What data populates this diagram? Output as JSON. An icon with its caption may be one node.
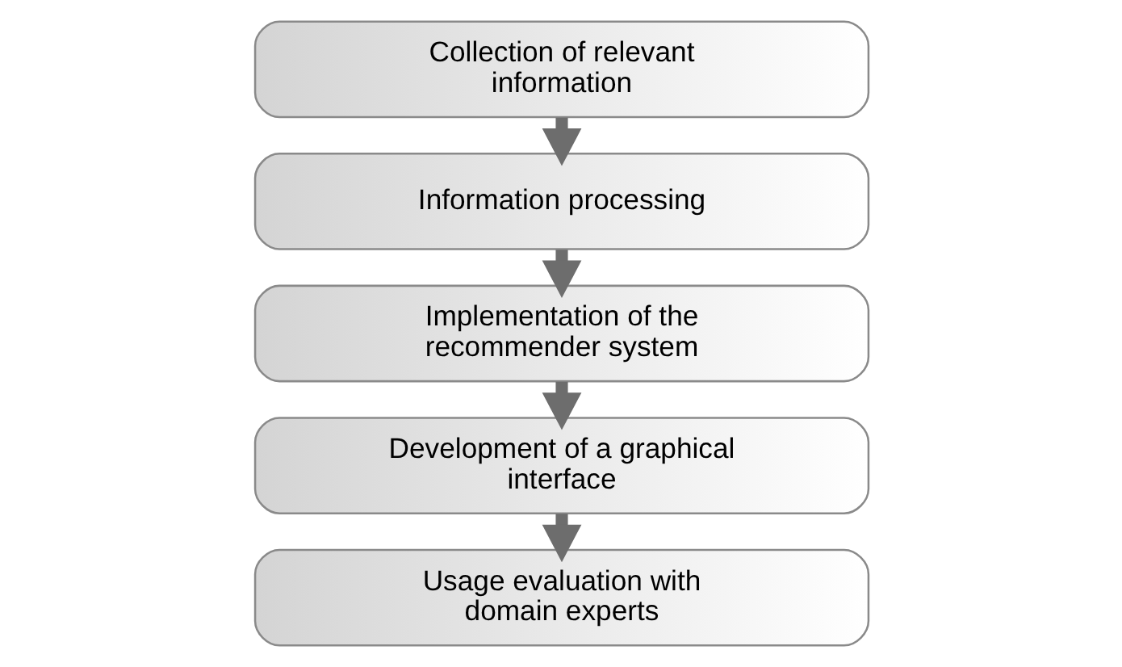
{
  "diagram": {
    "nodes": [
      {
        "text": [
          "Collection of relevant information"
        ]
      },
      {
        "text": [
          "Information processing"
        ]
      },
      {
        "text": [
          "Implementation of the recommender system"
        ]
      },
      {
        "text": [
          "Development of a graphical interface"
        ]
      },
      {
        "text": [
          "Usage evaluation with domain experts"
        ]
      }
    ],
    "edges": [
      {
        "from": 0,
        "to": 1,
        "arrow": "to"
      },
      {
        "from": 1,
        "to": 2,
        "arrow": "to"
      },
      {
        "from": 2,
        "to": 3,
        "arrow": "to"
      },
      {
        "from": 3,
        "to": 4,
        "arrow": "to"
      }
    ]
  }
}
